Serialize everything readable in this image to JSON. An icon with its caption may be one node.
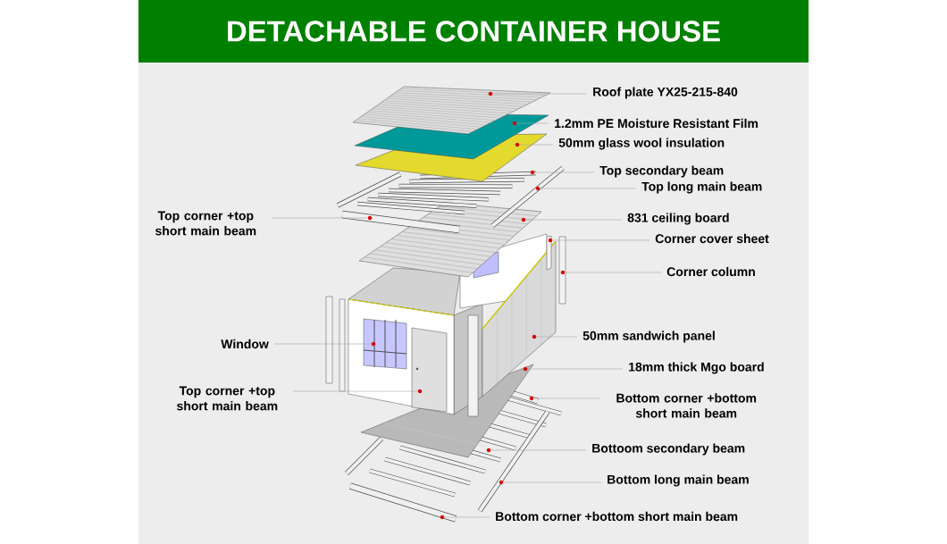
{
  "diagram": {
    "title": "DETACHABLE CONTAINER HOUSE",
    "nodes": [
      {
        "text": [
          "Roof plate YX25-215-840"
        ]
      },
      {
        "text": [],
        "shape": "circle"
      },
      {
        "text": [
          "1.2mm PE Moisture Resistant Film"
        ]
      },
      {
        "text": [],
        "shape": "circle"
      },
      {
        "text": [
          "50mm glass wool insulation"
        ]
      },
      {
        "text": [],
        "shape": "circle"
      },
      {
        "text": [
          "Top secondary beam"
        ]
      },
      {
        "text": [],
        "shape": "circle"
      },
      {
        "text": [
          "Top long main beam"
        ]
      },
      {
        "text": [],
        "shape": "circle"
      },
      {
        "text": [
          "Top corner +top short main beam"
        ]
      },
      {
        "text": [],
        "shape": "circle"
      },
      {
        "text": [
          "831 ceiling board"
        ]
      },
      {
        "text": [],
        "shape": "circle"
      },
      {
        "text": [
          "Corner cover sheet"
        ]
      },
      {
        "text": [],
        "shape": "circle"
      },
      {
        "text": [
          "Corner column"
        ]
      },
      {
        "text": [],
        "shape": "circle"
      },
      {
        "text": [
          "Window"
        ]
      },
      {
        "text": [],
        "shape": "circle"
      },
      {
        "text": [
          "50mm sandwich panel"
        ]
      },
      {
        "text": [],
        "shape": "circle"
      },
      {
        "text": [
          "18mm thick Mgo board"
        ]
      },
      {
        "text": [],
        "shape": "circle"
      },
      {
        "text": [
          "Top corner +top short main beam"
        ]
      },
      {
        "text": [],
        "shape": "circle"
      },
      {
        "text": [
          "Bottom corner +bottom short main beam"
        ]
      },
      {
        "text": [],
        "shape": "circle"
      },
      {
        "text": [
          "Bottoom secondary beam"
        ]
      },
      {
        "text": [],
        "shape": "circle"
      },
      {
        "text": [
          "Bottom long main beam"
        ]
      },
      {
        "text": [],
        "shape": "circle"
      },
      {
        "text": [
          "Bottom corner +bottom short main beam"
        ]
      },
      {
        "text": [],
        "shape": "circle"
      }
    ],
    "edges": [
      {
        "from": 0,
        "to": 1,
        "arrow": "none"
      },
      {
        "from": 2,
        "to": 3,
        "arrow": "none"
      },
      {
        "from": 4,
        "to": 5,
        "arrow": "none"
      },
      {
        "from": 6,
        "to": 7,
        "arrow": "none"
      },
      {
        "from": 8,
        "to": 9,
        "arrow": "none"
      },
      {
        "from": 10,
        "to": 11,
        "arrow": "none"
      },
      {
        "from": 12,
        "to": 13,
        "arrow": "none"
      },
      {
        "from": 14,
        "to": 15,
        "arrow": "none"
      },
      {
        "from": 16,
        "to": 17,
        "arrow": "none"
      },
      {
        "from": 18,
        "to": 19,
        "arrow": "none"
      },
      {
        "from": 20,
        "to": 21,
        "arrow": "none"
      },
      {
        "from": 22,
        "to": 23,
        "arrow": "none"
      },
      {
        "from": 24,
        "to": 25,
        "arrow": "none"
      },
      {
        "from": 26,
        "to": 27,
        "arrow": "none"
      },
      {
        "from": 28,
        "to": 29,
        "arrow": "none"
      },
      {
        "from": 30,
        "to": 31,
        "arrow": "none"
      },
      {
        "from": 32,
        "to": 33,
        "arrow": "none"
      }
    ]
  }
}
